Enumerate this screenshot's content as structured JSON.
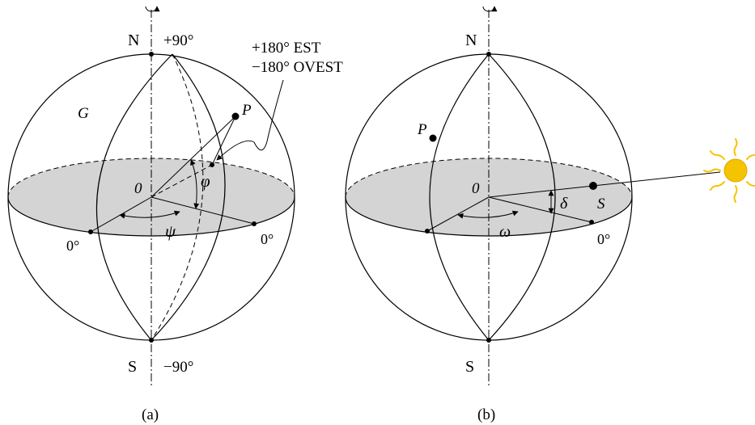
{
  "figure_a": {
    "north_label": "N",
    "north_angle": "+90°",
    "south_label": "S",
    "south_angle": "−90°",
    "east_note": "+180° EST",
    "west_note": "−180° OVEST",
    "greenwich_label": "G",
    "point_label": "P",
    "origin_label": "0",
    "latitude_symbol": "φ",
    "longitude_symbol": "ψ",
    "zero_left": "0°",
    "zero_right": "0°",
    "caption": "(a)"
  },
  "figure_b": {
    "north_label": "N",
    "south_label": "S",
    "point_label": "P",
    "origin_label": "0",
    "declination_symbol": "δ",
    "hour_angle_symbol": "ω",
    "sun_point_label": "S",
    "zero_right": "0°",
    "caption": "(b)"
  },
  "colors": {
    "equator_fill": "#d4d4d4",
    "sun": "#f5c400"
  }
}
